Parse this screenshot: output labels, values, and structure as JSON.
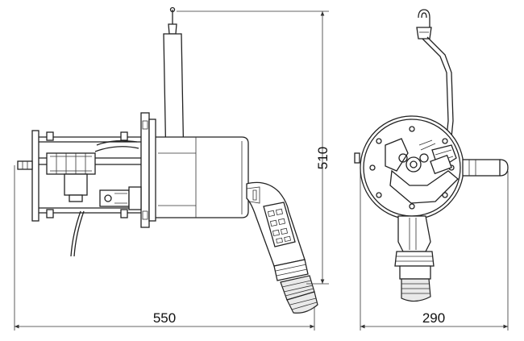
{
  "dimensions": {
    "side_width": "550",
    "height": "510",
    "front_width": "290"
  },
  "colors": {
    "line": "#222222",
    "background": "#ffffff",
    "fill_light": "#e9e9e9"
  }
}
